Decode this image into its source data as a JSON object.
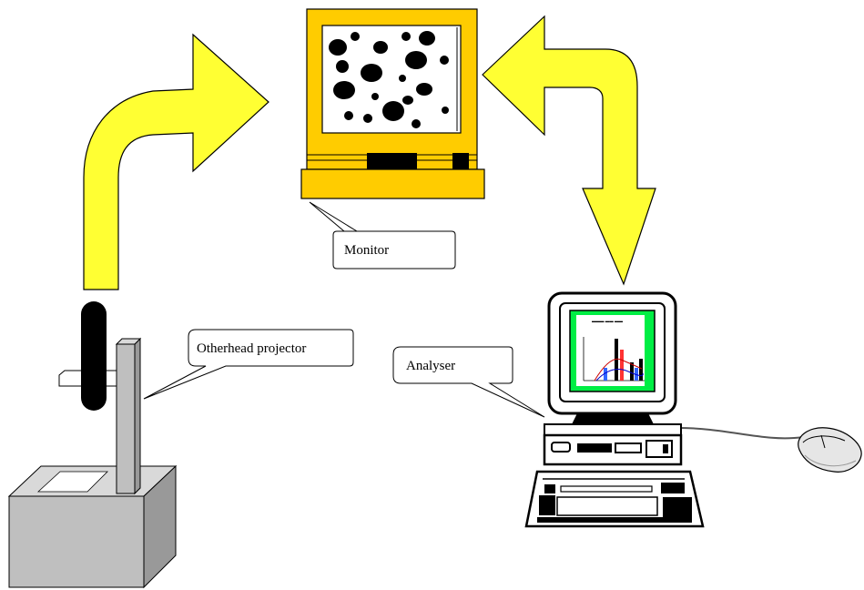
{
  "labels": {
    "monitor": "Monitor",
    "projector": "Otherhead projector",
    "analyser": "Analyser"
  },
  "colors": {
    "arrow_fill": "#ffff33",
    "monitor_body": "#ffcc00",
    "projector_gray": "#bfbfbf",
    "screen_green": "#00ee44"
  },
  "icons": {
    "projector": "overhead-projector-icon",
    "monitor": "monitor-icon",
    "computer": "desktop-computer-icon",
    "mouse": "mouse-icon"
  }
}
